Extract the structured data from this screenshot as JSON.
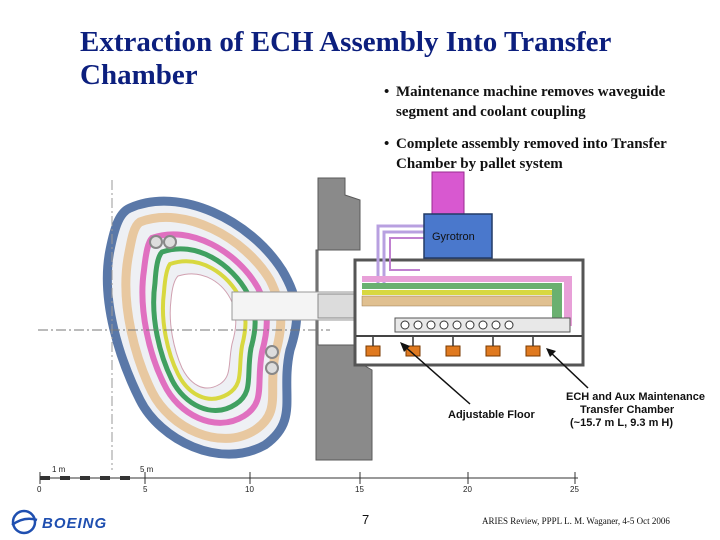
{
  "slide": {
    "title_line1": "Extraction of ECH Assembly Into Transfer",
    "title_line2": "Chamber",
    "bullets": [
      "Maintenance machine removes waveguide segment and coolant coupling",
      "Complete assembly removed into Transfer Chamber by pallet system"
    ],
    "bullet_symbol": "•"
  },
  "diagram": {
    "gyrotron_label": "Gyrotron",
    "adjustable_floor_label": "Adjustable Floor",
    "chamber_label_line1": "ECH and Aux Maintenance",
    "chamber_label_line2": "Transfer Chamber",
    "chamber_label_line3": "(~15.7 m L, 9.3 m H)",
    "scale_bar": {
      "label_1m": "1 m",
      "label_5m": "5 m"
    },
    "axis_ticks": [
      "0",
      "5",
      "10",
      "15",
      "20",
      "25"
    ],
    "colors": {
      "outer_shield": "#5a78a8",
      "concrete": "#8a8a8a",
      "gyrotron": "#4a78cc",
      "waveguide": "#d858d0",
      "floor_pallet": "#e07a20",
      "pink_layer": "#e070c0",
      "yellow_layer": "#d8d840",
      "green_layer": "#40a060",
      "title": "#0c1f7e"
    }
  },
  "footer": {
    "page_number": "7",
    "citation": "ARIES Review, PPPL  L. M. Waganer, 4-5 Oct 2006",
    "logo_text": "BOEING"
  }
}
